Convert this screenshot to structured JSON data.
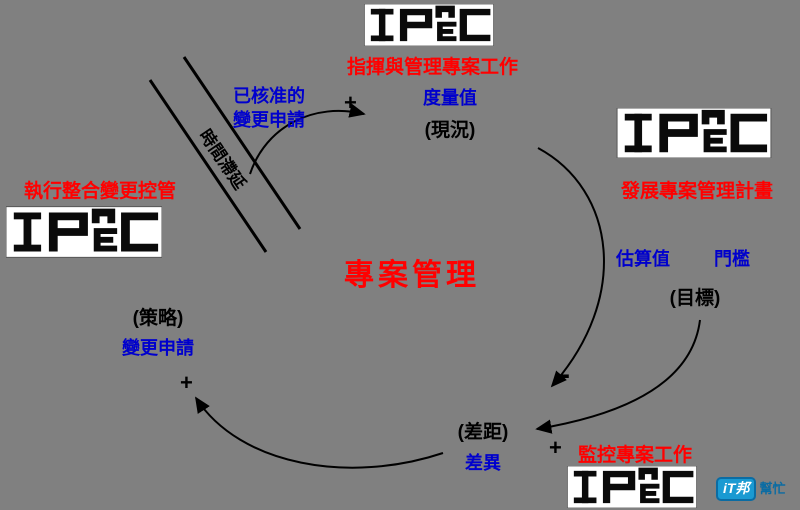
{
  "colors": {
    "background": "#808080",
    "heading_red": "#ff0000",
    "label_blue": "#0000cd",
    "label_black": "#000000",
    "logo_bg": "#ffffff",
    "watermark_blue": "#1a9ad2"
  },
  "center": {
    "title": "專案管理"
  },
  "top": {
    "heading": "指揮與管理專案工作",
    "metric": "度量值",
    "state": "(現況)",
    "plus": "+"
  },
  "approved": {
    "line1": "已核准的",
    "line2": "變更申請"
  },
  "delay": {
    "label": "時間滯延"
  },
  "left": {
    "heading": "執行整合變更控管",
    "state": "(策略)",
    "request": "變更申請",
    "plus": "+"
  },
  "right": {
    "heading": "發展專案管理計畫",
    "estimate": "估算值",
    "threshold": "門檻",
    "state": "(目標)"
  },
  "bottom": {
    "gap": "(差距)",
    "variance": "差異",
    "minus": "-",
    "plus": "+",
    "heading": "監控專案工作"
  },
  "logo": {
    "name": "IPEC"
  },
  "watermark": {
    "badge": "iT邦",
    "text": "幫忙"
  }
}
